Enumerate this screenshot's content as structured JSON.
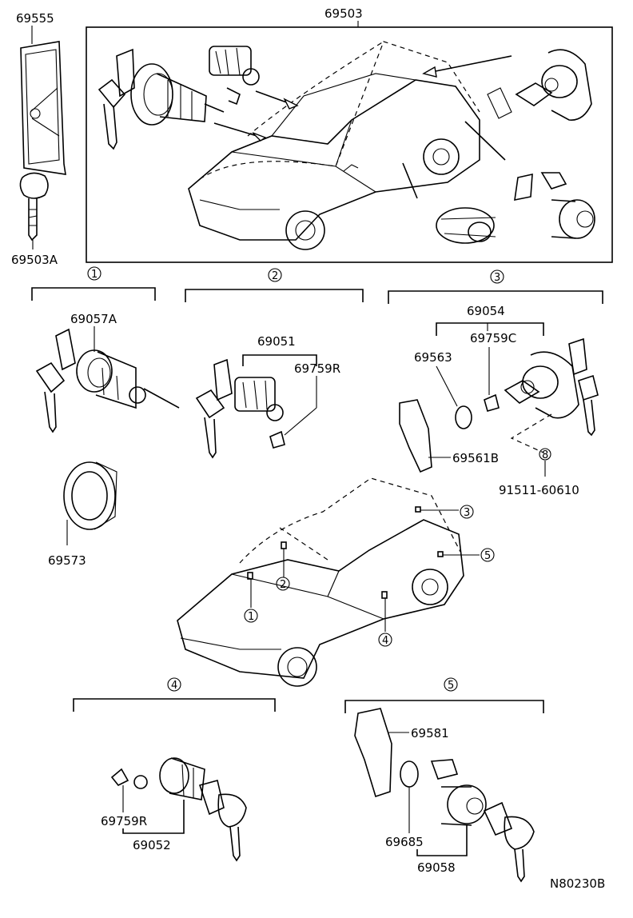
{
  "parts": {
    "p69555": "69555",
    "p69503": "69503",
    "p69503A": "69503A",
    "p69057A": "69057A",
    "p69051": "69051",
    "p69759R_top": "69759R",
    "p69054": "69054",
    "p69759C": "69759C",
    "p69563": "69563",
    "p69561B": "69561B",
    "p91511": "91511-60610",
    "p69573": "69573",
    "p69581": "69581",
    "p69759R_bottom": "69759R",
    "p69052": "69052",
    "p69685": "69685",
    "p69058": "69058"
  },
  "callouts": {
    "c1": "1",
    "c2": "2",
    "c3": "3",
    "c4": "4",
    "c5": "5",
    "c8": "8"
  },
  "drawing_code": "N80230B"
}
